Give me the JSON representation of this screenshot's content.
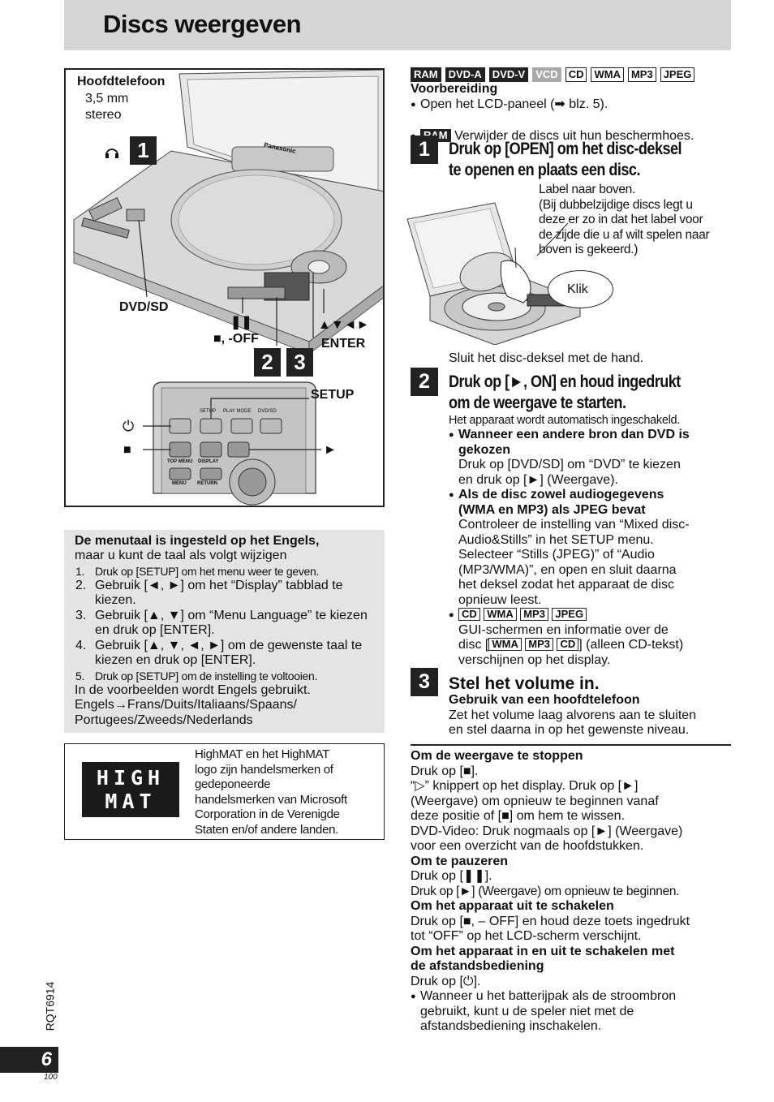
{
  "title": "Discs weergeven",
  "figure": {
    "headphones_title": "Hoofdtelefoon",
    "headphones_line1": "3,5 mm",
    "headphones_line2": "stereo",
    "step_1": "1",
    "step_2": "2",
    "step_3": "3",
    "label_dvdsd": "DVD/SD",
    "label_pause": "❚❚",
    "label_stop_off": "■, -OFF",
    "label_arrows": "▲▼◄►",
    "label_enter": "ENTER",
    "label_setup": "SETUP",
    "label_power": "⏻",
    "label_stop": "■",
    "label_play": "►",
    "brand": "Panasonic",
    "remote_setup": "SETUP",
    "remote_playmode": "PLAY MODE",
    "remote_dvdsd": "DVD/SD",
    "remote_topmenu": "TOP MENU",
    "remote_display": "DISPLAY",
    "remote_menu": "MENU",
    "remote_return": "RETURN"
  },
  "language": {
    "head": "De menutaal is ingesteld op het Engels,",
    "sub": "maar u kunt de taal als volgt wijzigen",
    "steps": [
      {
        "n": "1.",
        "text": "Druk op [SETUP] om het menu weer te geven."
      },
      {
        "n": "2.",
        "text": "Gebruik [◄, ►] om het “Display” tabblad te kiezen."
      },
      {
        "n": "3.",
        "text": "Gebruik [▲, ▼] om “Menu Language” te kiezen en druk op [ENTER]."
      },
      {
        "n": "4.",
        "text": "Gebruik [▲, ▼, ◄, ►] om de gewenste taal te kiezen en druk op [ENTER]."
      },
      {
        "n": "5.",
        "text": "Druk op [SETUP] om de instelling te voltooien."
      }
    ],
    "note1": "In de voorbeelden wordt Engels gebruikt.",
    "note2": "Engels→Frans/Duits/Italiaans/Spaans/",
    "note3": "Portugees/Zweeds/Nederlands"
  },
  "highmat": {
    "logo_top": "HIGH",
    "logo_bottom": "MAT",
    "lines": [
      "HighMAT en het HighMAT",
      "logo zijn handelsmerken of",
      "gedeponeerde",
      "handelsmerken van Microsoft",
      "Corporation in de Verenigde",
      "Staten en/of andere landen."
    ]
  },
  "formats": [
    {
      "label": "RAM",
      "style": "dark"
    },
    {
      "label": "DVD-A",
      "style": "dark"
    },
    {
      "label": "DVD-V",
      "style": "dark"
    },
    {
      "label": "VCD",
      "style": "grey"
    },
    {
      "label": "CD",
      "style": "outline"
    },
    {
      "label": "WMA",
      "style": "outline"
    },
    {
      "label": "MP3",
      "style": "outline"
    },
    {
      "label": "JPEG",
      "style": "outline"
    }
  ],
  "prep": {
    "head": "Voorbereiding",
    "line1": "Open het LCD-paneel (➡ blz. 5).",
    "ram": "RAM",
    "line2": "Verwijder de discs uit hun beschermhoes."
  },
  "step1": {
    "num": "1",
    "title1": "Druk op [OPEN] om het disc-deksel",
    "title2": "te openen en plaats een disc.",
    "note": [
      "Label naar boven.",
      "(Bij dubbelzijdige discs legt u",
      "deze er zo in dat het label voor",
      "de zijde die u af wilt spelen naar",
      "boven is gekeerd.)"
    ],
    "klik": "Klik",
    "close": "Sluit het disc-deksel met de hand."
  },
  "step2": {
    "num": "2",
    "title1": "Druk op [►, ON] en houd ingedrukt",
    "title2": "om de weergave te starten.",
    "auto": "Het apparaat wordt automatisch ingeschakeld.",
    "b1_head1": "Wanneer een andere bron dan DVD is",
    "b1_head2": "gekozen",
    "b1_text1": "Druk op [DVD/SD] om “DVD” te kiezen",
    "b1_text2": "en druk op [►] (Weergave).",
    "b2_head1": "Als de disc zowel audiogegevens",
    "b2_head2": "(WMA en MP3) als JPEG bevat",
    "b2_lines": [
      "Controleer de instelling van “Mixed disc-",
      "Audio&Stills” in het SETUP menu.",
      "Selecteer “Stills (JPEG)” of “Audio",
      "(MP3/WMA)”, en open en sluit daarna",
      "het deksel zodat het apparaat de disc",
      "opnieuw leest."
    ],
    "b3_tags": [
      "CD",
      "WMA",
      "MP3",
      "JPEG"
    ],
    "b3_line1": "GUI-schermen en informatie over de",
    "b3_pre": "disc [",
    "b3_tags2": [
      "WMA",
      "MP3",
      "CD"
    ],
    "b3_post": "] (alleen CD-tekst)",
    "b3_line3": "verschijnen op het display."
  },
  "step3": {
    "num": "3",
    "title": "Stel het volume in.",
    "sub_head": "Gebruik van een hoofdtelefoon",
    "line1": "Zet het volume laag alvorens aan te sluiten",
    "line2": "en stel daarna in op het gewenste niveau."
  },
  "stop": {
    "head": "Om de weergave te stoppen",
    "lines": [
      "Druk op [■].",
      "“▷” knippert op het display. Druk op [►]",
      "(Weergave) om opnieuw te beginnen vanaf",
      "deze positie of [■] om hem te wissen.",
      "DVD-Video: Druk nogmaals op [►] (Weergave)",
      "voor een overzicht van de hoofdstukken."
    ]
  },
  "pause": {
    "head": "Om te pauzeren",
    "line1": "Druk op [❚❚].",
    "line2": "Druk op [►] (Weergave) om opnieuw te beginnen."
  },
  "off": {
    "head": "Om het apparaat uit te schakelen",
    "line1": "Druk op [■, – OFF] en houd deze toets ingedrukt",
    "line2": "tot “OFF” op het LCD-scherm verschijnt."
  },
  "remote": {
    "head1": "Om het apparaat in en uit te schakelen met",
    "head2": "de afstandsbediening",
    "line1": "Druk op [⏻].",
    "bullet1": "Wanneer u het batterijpak als de stroombron",
    "bullet2": "gebruikt, kunt u de speler niet met de",
    "bullet3": "afstandsbediening inschakelen."
  },
  "side_code": "RQT6914",
  "page_number": "6",
  "page_small": "100"
}
